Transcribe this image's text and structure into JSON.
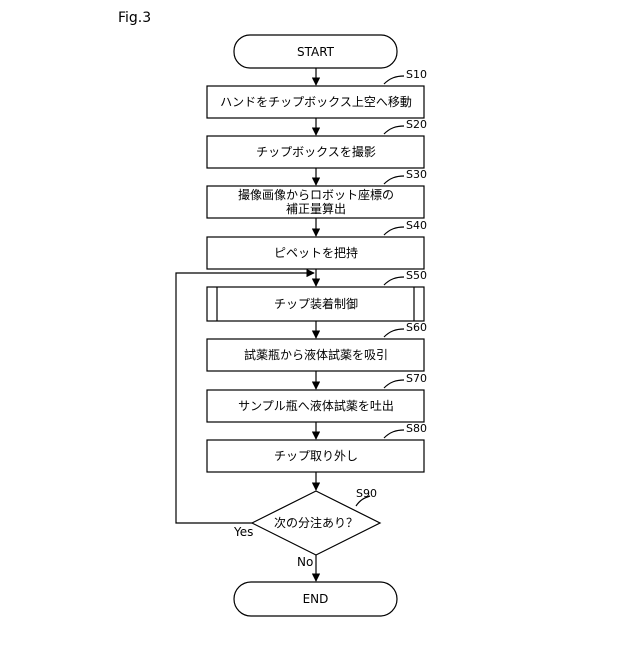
{
  "figure_label": "Fig.3",
  "flow": {
    "start": "START",
    "end": "END",
    "steps": [
      {
        "id": "S10",
        "lines": [
          "ハンドをチップボックス上空へ移動"
        ]
      },
      {
        "id": "S20",
        "lines": [
          "チップボックスを撮影"
        ]
      },
      {
        "id": "S30",
        "lines": [
          "撮像画像からロボット座標の",
          "補正量算出"
        ]
      },
      {
        "id": "S40",
        "lines": [
          "ピペットを把持"
        ]
      },
      {
        "id": "S50",
        "lines": [
          "チップ装着制御"
        ]
      },
      {
        "id": "S60",
        "lines": [
          "試薬瓶から液体試薬を吸引"
        ]
      },
      {
        "id": "S70",
        "lines": [
          "サンプル瓶へ液体試薬を吐出"
        ]
      },
      {
        "id": "S80",
        "lines": [
          "チップ取り外し"
        ]
      }
    ],
    "decision": {
      "id": "S90",
      "text": "次の分注あり？",
      "yes": "Yes",
      "no": "No"
    }
  }
}
